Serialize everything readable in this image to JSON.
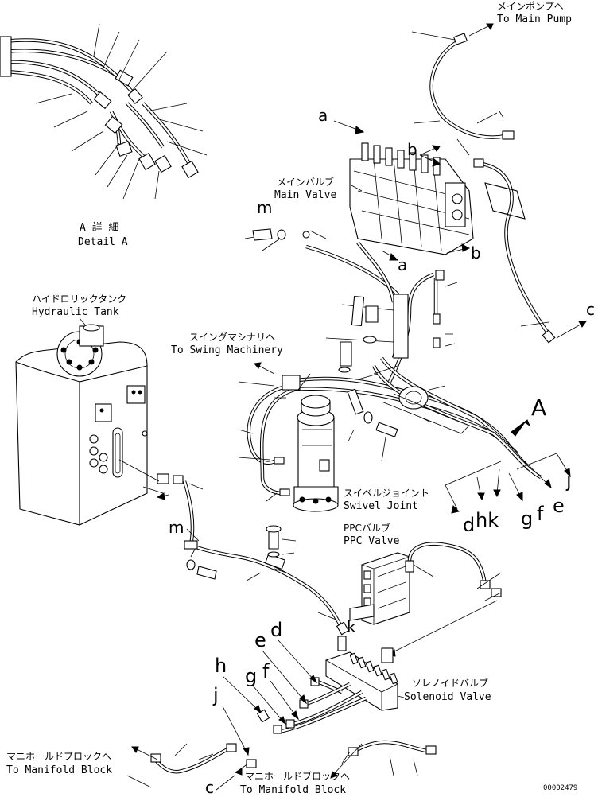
{
  "labels": {
    "main_pump_jp": "メインポンプへ",
    "main_pump_en": "To Main Pump",
    "main_valve_jp": "メインバルブ",
    "main_valve_en": "Main Valve",
    "detail_a_jp": "A 詳 細",
    "detail_a_en": "Detail A",
    "hyd_tank_jp": "ハイドロリックタンク",
    "hyd_tank_en": "Hydraulic Tank",
    "swing_jp": "スイングマシナリヘ",
    "swing_en": "To Swing Machinery",
    "swivel_jp": "スイベルジョイント",
    "swivel_en": "Swivel Joint",
    "ppc_jp": "PPCバルブ",
    "ppc_en": "PPC Valve",
    "solenoid_jp": "ソレノイドバルブ",
    "solenoid_en": "Solenoid Valve",
    "manifold1_jp": "マニホールドブロックへ",
    "manifold1_en": "To Manifold Block",
    "manifold2_jp": "マニホールドブロックへ",
    "manifold2_en": "To Manifold Block",
    "drawing_number": "00002479"
  },
  "callouts": {
    "a_top": "a",
    "a_mid": "a",
    "b_top": "b",
    "b_mid": "b",
    "c_right": "c",
    "c_bottom": "c",
    "m_top": "m",
    "m_left": "m",
    "big_a": "A",
    "d_right": "d",
    "hk_right": "hk",
    "g_right": "g",
    "f_right": "f",
    "e_right": "e",
    "j_right": "j",
    "k_ppc": "k",
    "e_bottom": "e",
    "d_bottom": "d",
    "h_bottom": "h",
    "g_bottom": "g",
    "f_bottom": "f",
    "j_bottom": "j"
  }
}
